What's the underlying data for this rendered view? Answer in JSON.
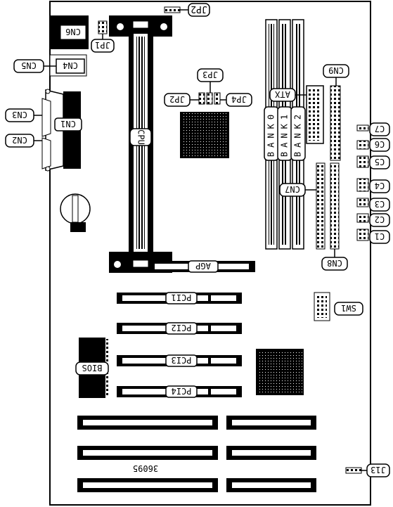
{
  "labels": {
    "jp2": "JP2",
    "jp1": "JP1",
    "cn6": "CN6",
    "cn5": "CN5",
    "cn4": "CN4",
    "cn3": "CN3",
    "cn1": "CN1",
    "cn2": "CN2",
    "cpu": "CPU",
    "jp3": "JP3",
    "jp2b": "JP2",
    "jp4": "JP4",
    "cn9": "CN9",
    "atx": "ATX",
    "bank0": "BANK0",
    "bank1": "BANK1",
    "bank2": "BANK2",
    "cn7": "CN7",
    "cn8": "CN8",
    "c7": "C7",
    "c6": "C6",
    "c5": "C5",
    "c4": "C4",
    "c3": "C3",
    "c2": "C2",
    "c1": "C1",
    "agp": "AGP",
    "pci1": "PCI1",
    "pci2": "PCI2",
    "pci3": "PCI3",
    "pci4": "PCI4",
    "sw1": "SW1",
    "bios": "BIOS",
    "j13": "J13",
    "model": "36095"
  }
}
